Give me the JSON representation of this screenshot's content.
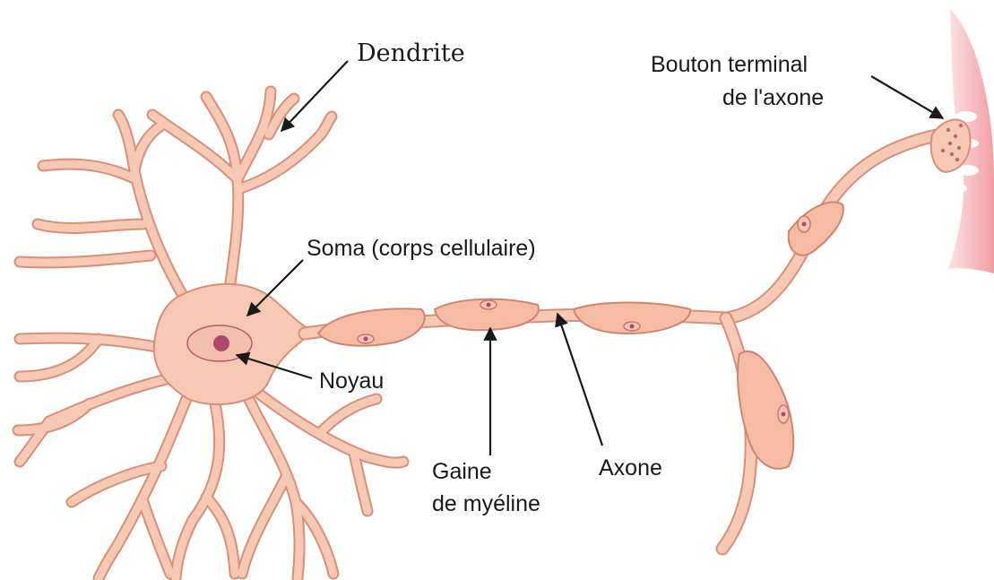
{
  "labels": {
    "dendrite": "Dendrite",
    "bouton_line1": "Bouton terminal",
    "bouton_line2": "de l'axone",
    "soma": "Soma (corps cellulaire)",
    "noyau": "Noyau",
    "gaine_line1": "Gaine",
    "gaine_line2": "de myéline",
    "axone": "Axone"
  },
  "colors": {
    "cell_fill": "#f7c8b4",
    "cell_outline": "#d98f78",
    "nucleus": "#b04a6a",
    "target_tissue": "#f4b3b8"
  }
}
